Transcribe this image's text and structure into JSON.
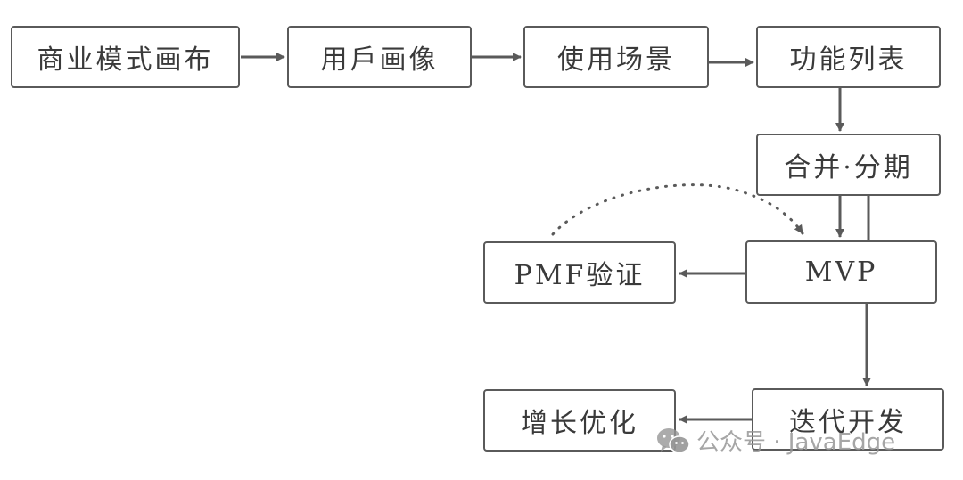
{
  "nodes": {
    "business_model_canvas": "商业模式画布",
    "user_persona": "用戶画像",
    "usage_scenario": "使用场景",
    "feature_list": "功能列表",
    "merge_phase": "合并·分期",
    "mvp": "MVP",
    "pmf_validation": "PMF验证",
    "iterative_dev": "迭代开发",
    "growth_optimization": "增长优化"
  },
  "watermark": {
    "text": "公众号 · JavaEdge",
    "icon": "wechat-icon"
  },
  "colors": {
    "stroke": "#5a5a5a",
    "text": "#3a3a3a",
    "watermark": "#969696"
  }
}
